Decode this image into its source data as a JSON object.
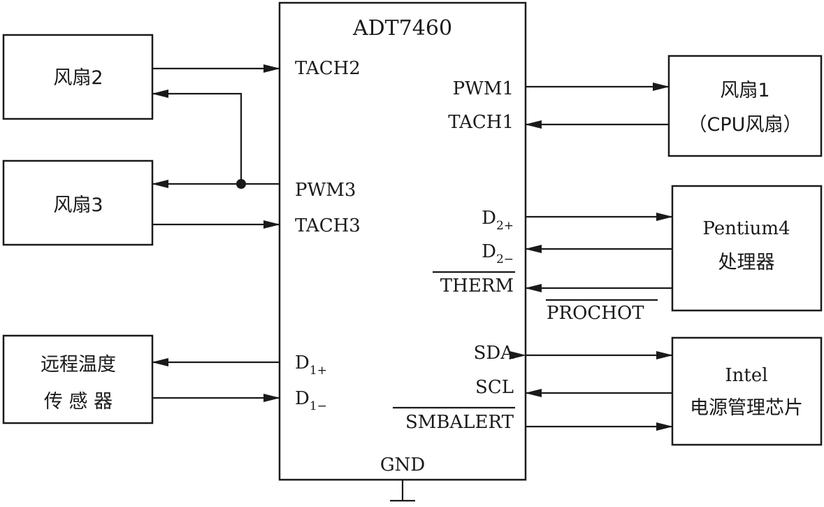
{
  "chip": {
    "name": "ADT7460",
    "pins": {
      "tach2": "TACH2",
      "pwm3": "PWM3",
      "tach3": "TACH3",
      "d1p_base": "D",
      "d1p_sub": "1+",
      "d1m_base": "D",
      "d1m_sub": "1−",
      "pwm1": "PWM1",
      "tach1": "TACH1",
      "d2p_base": "D",
      "d2p_sub": "2+",
      "d2m_base": "D",
      "d2m_sub": "2−",
      "therm": "THERM",
      "sda": "SDA",
      "scl": "SCL",
      "smbalert": "SMBALERT",
      "gnd": "GND"
    }
  },
  "blocks": {
    "fan2": "风扇2",
    "fan3": "风扇3",
    "sensor_line1": "远程温度",
    "sensor_line2": "传 感 器",
    "fan1_line1": "风扇1",
    "fan1_line2": "（CPU风扇）",
    "cpu_line1": "Pentium4",
    "cpu_line2": "处理器",
    "pmic_line1": "Intel",
    "pmic_line2": "电源管理芯片"
  },
  "signals": {
    "prochot": "PROCHOT"
  }
}
